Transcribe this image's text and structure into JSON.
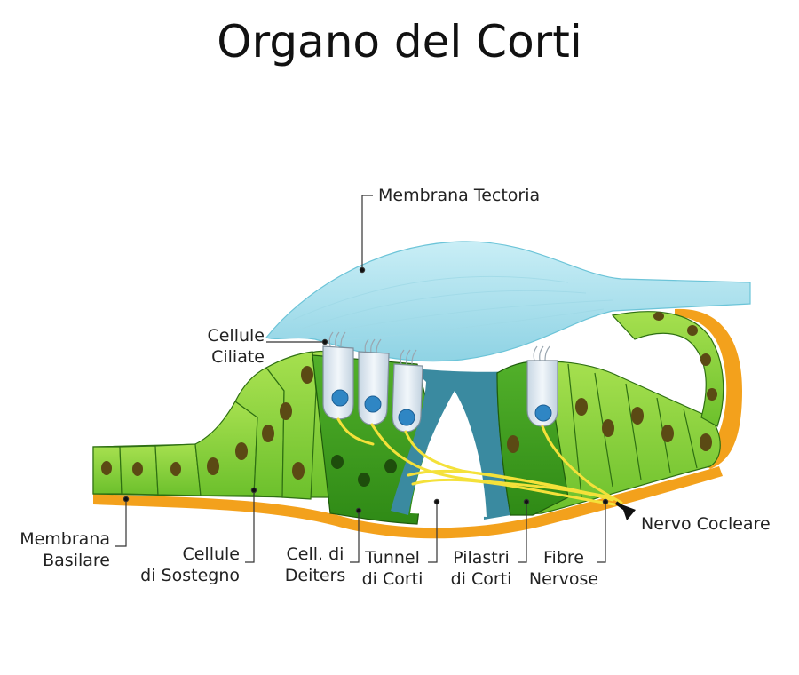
{
  "title": "Organo del Corti",
  "labels": {
    "tectoria": "Membrana Tectoria",
    "ciliate": [
      "Cellule",
      "Ciliate"
    ],
    "basilare": [
      "Membrana",
      "Basilare"
    ],
    "sostegno": [
      "Cellule",
      "di Sostegno"
    ],
    "deiters": [
      "Cell. di",
      "Deiters"
    ],
    "tunnel": [
      "Tunnel",
      "di Corti"
    ],
    "pilastri": [
      "Pilastri",
      "di Corti"
    ],
    "fibre": [
      "Fibre",
      "Nervose"
    ],
    "nervo": "Nervo Cocleare"
  },
  "colors": {
    "tectoria": "#a8e0ec",
    "cell_light": "#8fd43c",
    "cell_dark": "#3f9c1e",
    "membrane": "#f3a11c",
    "pillar": "#3a8aa0",
    "hair_cell": "#dfe9f2",
    "nucleus": "#2f86c4",
    "nerve": "#f4e13a"
  }
}
